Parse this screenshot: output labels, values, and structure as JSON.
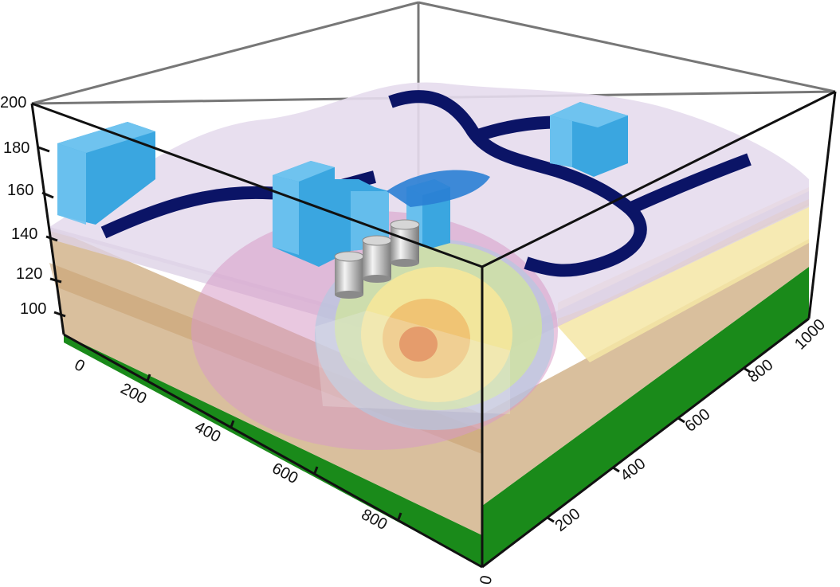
{
  "axes": {
    "z_ticks": [
      "200",
      "180",
      "160",
      "140",
      "120",
      "100"
    ],
    "x_ticks": [
      "0",
      "200",
      "400",
      "600",
      "800"
    ],
    "y_ticks": [
      "0",
      "200",
      "400",
      "600",
      "800",
      "1000"
    ]
  },
  "colors": {
    "ground_green": "#1a8a1a",
    "sediment_tan": "#d2b48c",
    "clay_orange": "#e8b57a",
    "sand_yellow": "#f4e6a6",
    "surface_lavender": "#e6dced",
    "buildings_blue": "#3aa6e0",
    "rivers_navy": "#0b1466",
    "tanks_grey": "#c8c8c8",
    "plume_core": "#e07a3c"
  }
}
